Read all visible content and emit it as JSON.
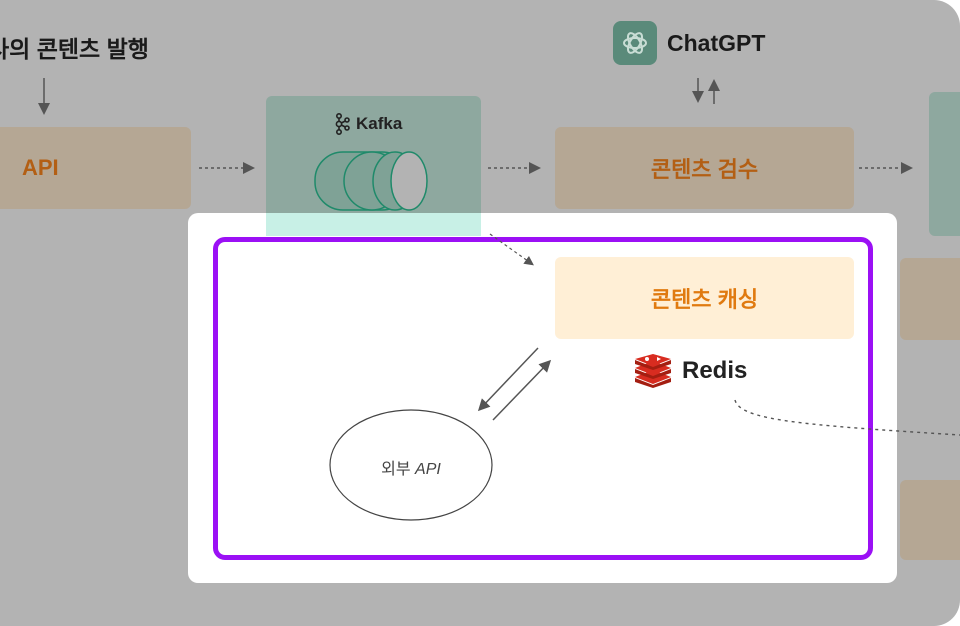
{
  "diagram": {
    "heading": "사의 콘텐츠 발행",
    "api_box": "API",
    "kafka": {
      "label": "Kafka",
      "icon": "kafka-icon"
    },
    "chatgpt": {
      "label": "ChatGPT",
      "icon": "openai-icon"
    },
    "review_box": "콘텐츠 검수",
    "cache_box": "콘텐츠 캐싱",
    "redis": {
      "label": "Redis",
      "icon": "redis-icon"
    },
    "external_api": {
      "prefix": "외부",
      "suffix": "API"
    },
    "colors": {
      "highlight_border": "#9b10f5",
      "cache_box_fill": "#ffefd6",
      "cache_text": "#e07a10",
      "kafka_fill": "#8ea89f",
      "kafka_highlight": "#c8f0e6",
      "muted_box": "#b5a794",
      "redis_red": "#d82c20"
    }
  }
}
